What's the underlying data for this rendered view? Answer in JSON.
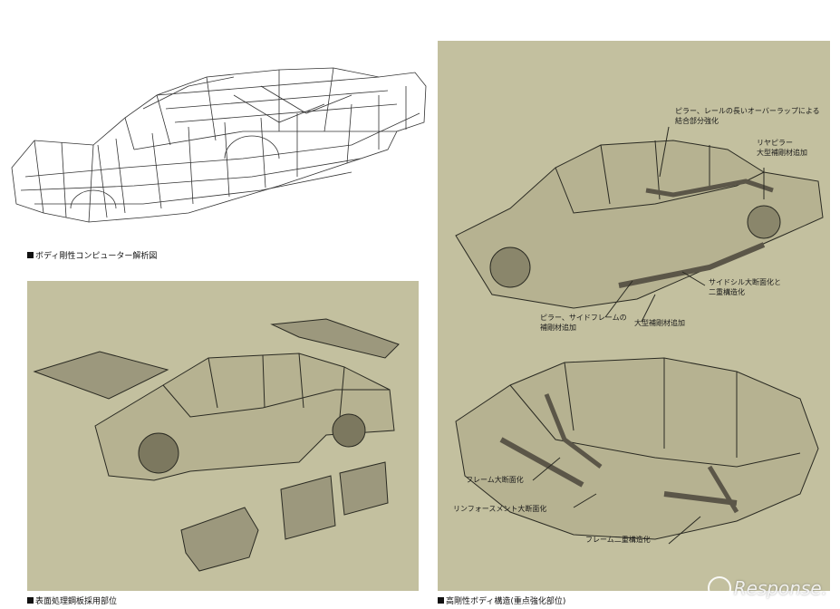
{
  "captions": {
    "wireframe": "ボディ剛性コンピューター解析図",
    "panels": "表面処理鋼板採用部位",
    "rigidity": "高剛性ボディ構造(重点強化部位)"
  },
  "callouts": {
    "upper": {
      "overlap": [
        "ピラー、レールの長いオーバーラップによる",
        "結合部分強化"
      ],
      "rear_pillar": [
        "リヤピラー",
        "大型補剛材追加"
      ],
      "side_sill": [
        "サイドシル大断面化と",
        "二重構造化"
      ],
      "pillar_side_frame": [
        "ピラー、サイドフレームの",
        "補剛材追加"
      ],
      "large_stiffener": [
        "大型補剛材追加"
      ]
    },
    "lower": {
      "frame_large": [
        "フレーム大断面化"
      ],
      "reinforcement": [
        "リンフォースメント大断面化"
      ],
      "frame_double": [
        "フレーム二重構造化"
      ]
    }
  },
  "watermark": "Response.",
  "colors": {
    "panel_bg": "#c3c09f",
    "line": "#2a2a22",
    "highlight": "#5b5648"
  }
}
